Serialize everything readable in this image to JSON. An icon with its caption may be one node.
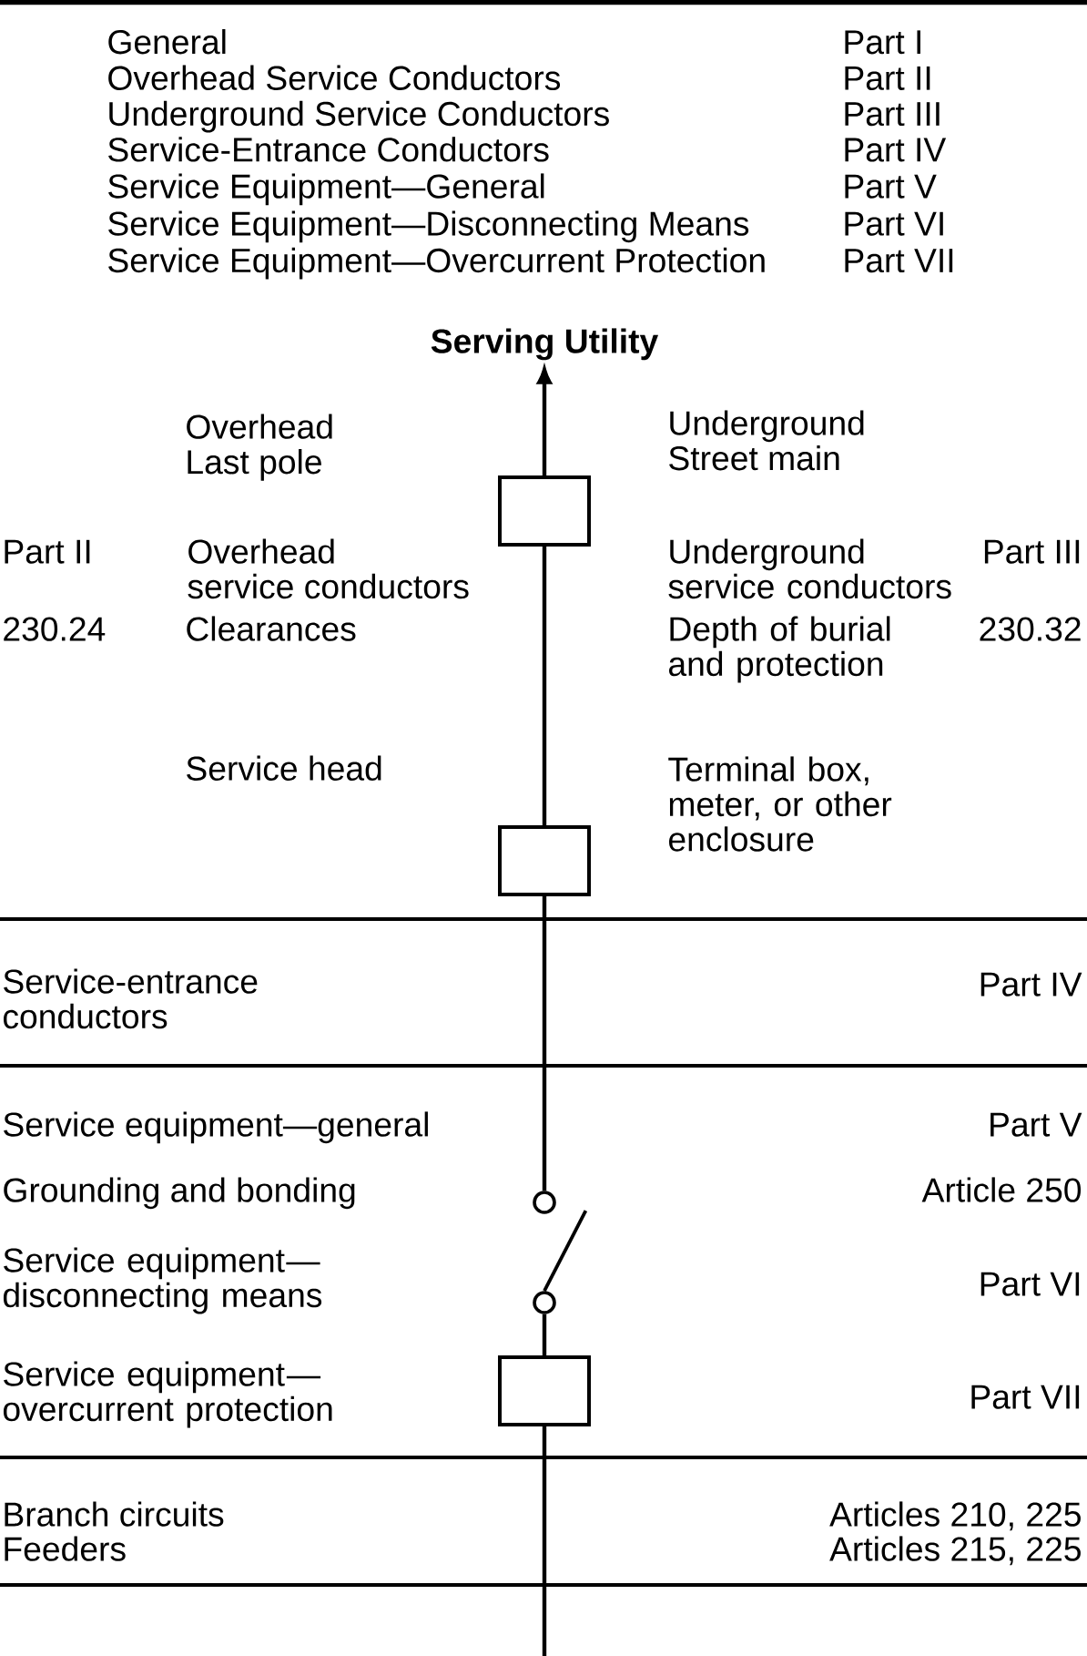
{
  "diagram": {
    "nodes": [
      {
        "text": [
          "Serving Utility"
        ]
      },
      {
        "text": [],
        "shape": "box"
      },
      {
        "text": [],
        "shape": "box"
      },
      {
        "text": [],
        "shape": "circle"
      },
      {
        "text": [],
        "shape": "circle"
      },
      {
        "text": [],
        "shape": "box"
      }
    ],
    "edges": [
      {
        "from": 1,
        "to": 0,
        "arrow": "to"
      },
      {
        "from": 1,
        "to": 2,
        "arrow": "none"
      },
      {
        "from": 2,
        "to": 3,
        "arrow": "none"
      },
      {
        "from": 4,
        "to": 5,
        "arrow": "none"
      },
      {
        "from": 5,
        "to": null,
        "arrow": "none"
      }
    ],
    "labels": [
      "General",
      "Part I",
      "Overhead Service Conductors",
      "Part II",
      "Underground Service Conductors",
      "Part III",
      "Service-Entrance Conductors",
      "Part IV",
      "Service Equipment—General",
      "Part V",
      "Service Equipment—Disconnecting Means",
      "Part VI",
      "Service Equipment—Overcurrent Protection",
      "Part VII",
      "Overhead",
      "Last pole",
      "Underground",
      "Street main",
      "Part II",
      "Overhead service conductors",
      "Underground service conductors",
      "Part III",
      "230.24",
      "Clearances",
      "Depth of burial and protection",
      "230.32",
      "Service head",
      "Terminal box, meter, or other enclosure",
      "Service-entrance conductors",
      "Part IV",
      "Service equipment—general",
      "Part V",
      "Grounding and bonding",
      "Article 250",
      "Service equipment—disconnecting means",
      "Part VI",
      "Service equipment—overcurrent protection",
      "Part VII",
      "Branch circuits",
      "Articles 210, 225",
      "Feeders",
      "Articles 215, 225"
    ]
  }
}
